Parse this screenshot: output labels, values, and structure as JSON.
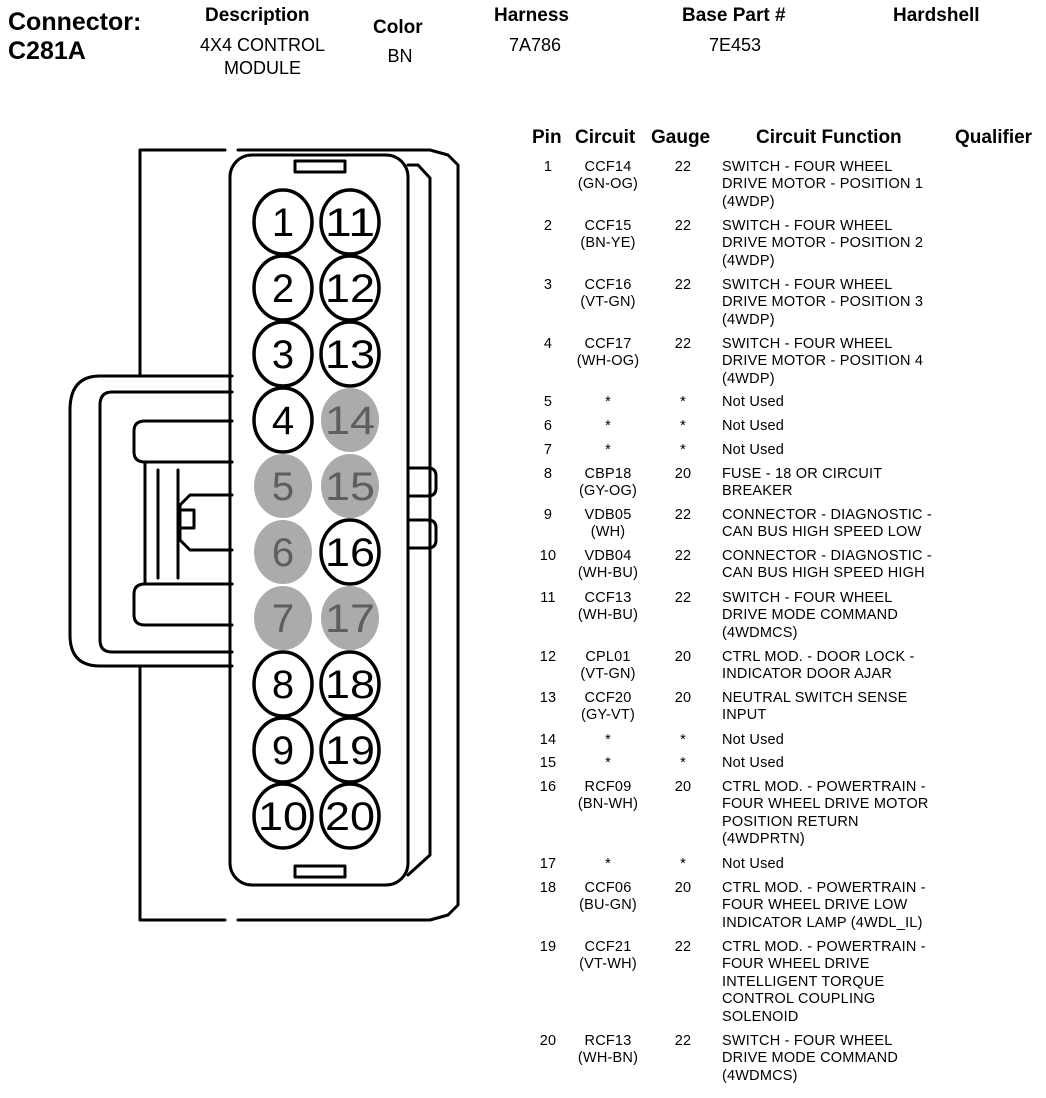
{
  "header": {
    "connector_label": "Connector:",
    "connector_id": "C281A",
    "description_label": "Description",
    "description_line1": "4X4 CONTROL",
    "description_line2": "MODULE",
    "color_label": "Color",
    "color_value": "BN",
    "harness_label": "Harness",
    "harness_value": "7A786",
    "base_part_label": "Base Part #",
    "base_part_value": "7E453",
    "hardshell_label": "Hardshell"
  },
  "table": {
    "columns": [
      "Pin",
      "Circuit",
      "Gauge",
      "Circuit Function",
      "Qualifier"
    ],
    "rows": [
      {
        "pin": "1",
        "circuit": [
          "CCF14",
          "(GN-OG)"
        ],
        "gauge": "22",
        "function": [
          "SWITCH - FOUR WHEEL",
          "DRIVE MOTOR - POSITION 1",
          "(4WDP)"
        ]
      },
      {
        "pin": "2",
        "circuit": [
          "CCF15",
          "(BN-YE)"
        ],
        "gauge": "22",
        "function": [
          "SWITCH - FOUR WHEEL",
          "DRIVE MOTOR - POSITION 2",
          "(4WDP)"
        ]
      },
      {
        "pin": "3",
        "circuit": [
          "CCF16",
          "(VT-GN)"
        ],
        "gauge": "22",
        "function": [
          "SWITCH - FOUR WHEEL",
          "DRIVE MOTOR - POSITION 3",
          "(4WDP)"
        ]
      },
      {
        "pin": "4",
        "circuit": [
          "CCF17",
          "(WH-OG)"
        ],
        "gauge": "22",
        "function": [
          "SWITCH - FOUR WHEEL",
          "DRIVE MOTOR - POSITION 4",
          "(4WDP)"
        ]
      },
      {
        "pin": "5",
        "circuit": [
          "*"
        ],
        "gauge": "*",
        "function": [
          "Not Used"
        ]
      },
      {
        "pin": "6",
        "circuit": [
          "*"
        ],
        "gauge": "*",
        "function": [
          "Not Used"
        ]
      },
      {
        "pin": "7",
        "circuit": [
          "*"
        ],
        "gauge": "*",
        "function": [
          "Not Used"
        ]
      },
      {
        "pin": "8",
        "circuit": [
          "CBP18",
          "(GY-OG)"
        ],
        "gauge": "20",
        "function": [
          "FUSE - 18 OR CIRCUIT",
          "BREAKER"
        ]
      },
      {
        "pin": "9",
        "circuit": [
          "VDB05",
          "(WH)"
        ],
        "gauge": "22",
        "function": [
          "CONNECTOR - DIAGNOSTIC -",
          "CAN BUS HIGH SPEED LOW"
        ]
      },
      {
        "pin": "10",
        "circuit": [
          "VDB04",
          "(WH-BU)"
        ],
        "gauge": "22",
        "function": [
          "CONNECTOR - DIAGNOSTIC -",
          "CAN BUS HIGH SPEED HIGH"
        ]
      },
      {
        "pin": "11",
        "circuit": [
          "CCF13",
          "(WH-BU)"
        ],
        "gauge": "22",
        "function": [
          "SWITCH - FOUR WHEEL",
          "DRIVE MODE COMMAND",
          "(4WDMCS)"
        ]
      },
      {
        "pin": "12",
        "circuit": [
          "CPL01",
          "(VT-GN)"
        ],
        "gauge": "20",
        "function": [
          "CTRL MOD. - DOOR LOCK -",
          "INDICATOR DOOR AJAR"
        ]
      },
      {
        "pin": "13",
        "circuit": [
          "CCF20",
          "(GY-VT)"
        ],
        "gauge": "20",
        "function": [
          "NEUTRAL SWITCH SENSE",
          "INPUT"
        ]
      },
      {
        "pin": "14",
        "circuit": [
          "*"
        ],
        "gauge": "*",
        "function": [
          "Not Used"
        ]
      },
      {
        "pin": "15",
        "circuit": [
          "*"
        ],
        "gauge": "*",
        "function": [
          "Not Used"
        ]
      },
      {
        "pin": "16",
        "circuit": [
          "RCF09",
          "(BN-WH)"
        ],
        "gauge": "20",
        "function": [
          "CTRL MOD. - POWERTRAIN -",
          "FOUR WHEEL DRIVE MOTOR",
          "POSITION RETURN",
          "(4WDPRTN)"
        ]
      },
      {
        "pin": "17",
        "circuit": [
          "*"
        ],
        "gauge": "*",
        "function": [
          "Not Used"
        ]
      },
      {
        "pin": "18",
        "circuit": [
          "CCF06",
          "(BU-GN)"
        ],
        "gauge": "20",
        "function": [
          "CTRL MOD. - POWERTRAIN -",
          "FOUR WHEEL DRIVE LOW",
          "INDICATOR LAMP (4WDL_IL)"
        ]
      },
      {
        "pin": "19",
        "circuit": [
          "CCF21",
          "(VT-WH)"
        ],
        "gauge": "22",
        "function": [
          "CTRL MOD. - POWERTRAIN -",
          "FOUR WHEEL DRIVE",
          "INTELLIGENT TORQUE",
          "CONTROL COUPLING",
          "SOLENOID"
        ]
      },
      {
        "pin": "20",
        "circuit": [
          "RCF13",
          "(WH-BN)"
        ],
        "gauge": "22",
        "function": [
          "SWITCH - FOUR WHEEL",
          "DRIVE MODE COMMAND",
          "(4WDMCS)"
        ]
      }
    ]
  },
  "diagram": {
    "pins": [
      {
        "label": "1",
        "used": true
      },
      {
        "label": "2",
        "used": true
      },
      {
        "label": "3",
        "used": true
      },
      {
        "label": "4",
        "used": true
      },
      {
        "label": "5",
        "used": false
      },
      {
        "label": "6",
        "used": false
      },
      {
        "label": "7",
        "used": false
      },
      {
        "label": "8",
        "used": true
      },
      {
        "label": "9",
        "used": true
      },
      {
        "label": "10",
        "used": true
      },
      {
        "label": "11",
        "used": true
      },
      {
        "label": "12",
        "used": true
      },
      {
        "label": "13",
        "used": true
      },
      {
        "label": "14",
        "used": false
      },
      {
        "label": "15",
        "used": false
      },
      {
        "label": "16",
        "used": true
      },
      {
        "label": "17",
        "used": false
      },
      {
        "label": "18",
        "used": true
      },
      {
        "label": "19",
        "used": true
      },
      {
        "label": "20",
        "used": true
      }
    ],
    "unused_color": "#ababab",
    "used_color": "#ffffff"
  }
}
